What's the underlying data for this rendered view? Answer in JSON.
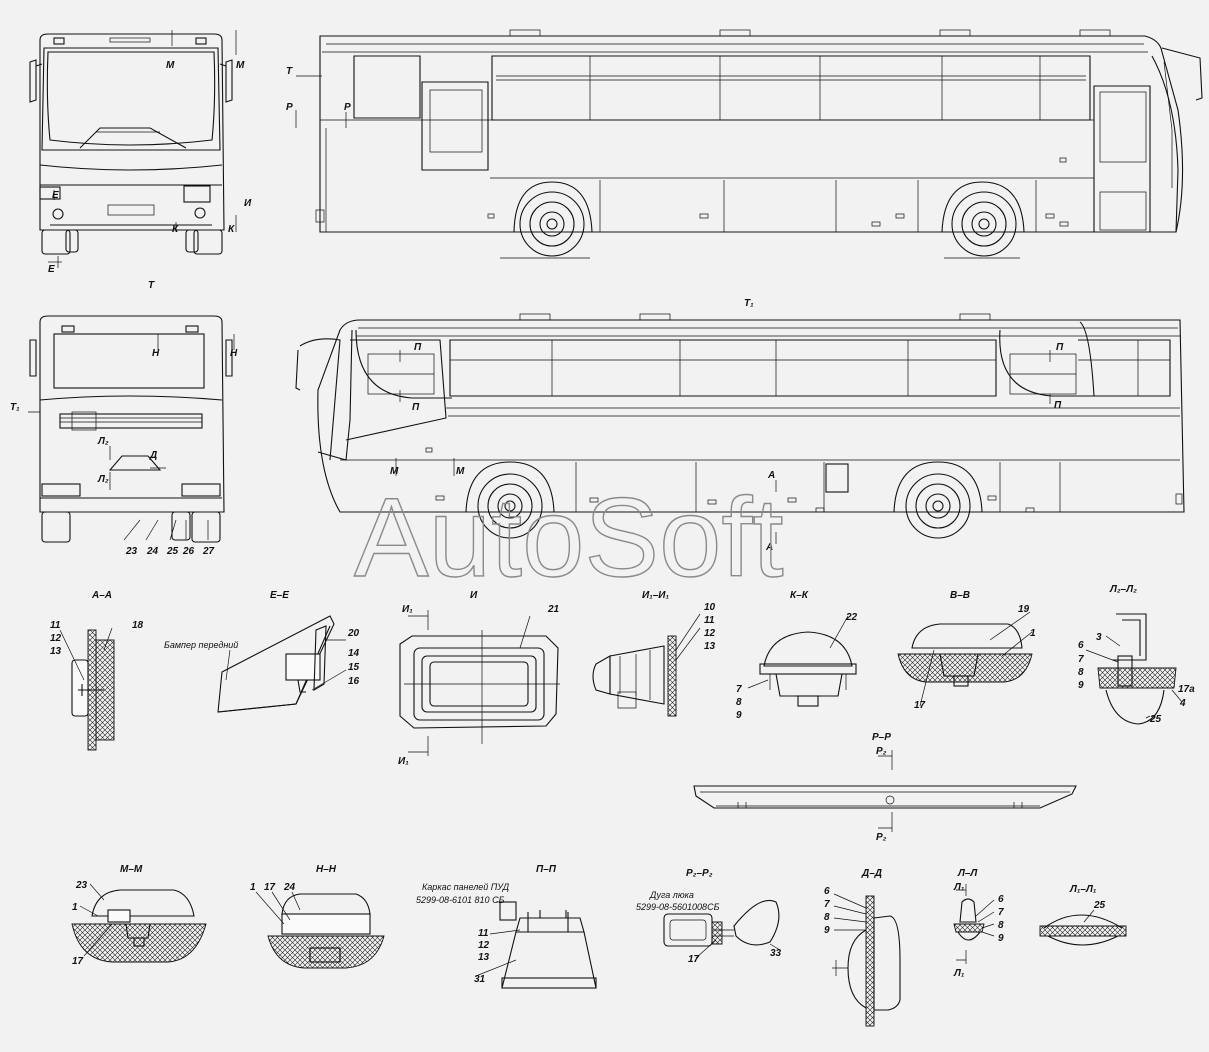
{
  "views": {
    "T": "T",
    "T1": "T₁"
  },
  "markers": {
    "M": "М",
    "E": "Е",
    "I": "И",
    "K": "К",
    "P": "Р",
    "H": "Н",
    "T": "Т",
    "T1": "Т₁",
    "L2": "Л₂",
    "D": "Д",
    "A": "А",
    "Pi": "П"
  },
  "sections": {
    "aa": "А–А",
    "ee": "Е–Е",
    "ii": "И",
    "i1i1": "И₁–И₁",
    "kk": "К–К",
    "vv": "В–В",
    "l2l2": "Л₂–Л₂",
    "rr": "Р–Р",
    "mm": "М–М",
    "nn": "Н–Н",
    "pp": "П–П",
    "r2r2": "Р₂–Р₂",
    "dd": "Д–Д",
    "ll": "Л–Л",
    "l1l1": "Л₁–Л₁"
  },
  "cut_marks": {
    "i1": "И₁",
    "r2": "Р₂",
    "l1": "Л₁"
  },
  "annotations": {
    "bumper": "Бампер передний",
    "frame_line1": "Каркас панелей ПУД",
    "frame_line2": "5299-08-6101 810 СБ",
    "arc_line1": "Дуга люка",
    "arc_line2": "5299-08-5601008СБ"
  },
  "part_numbers": {
    "n1": "1",
    "n3": "3",
    "n4": "4",
    "n6": "6",
    "n7": "7",
    "n8": "8",
    "n9": "9",
    "n10": "10",
    "n11": "11",
    "n12": "12",
    "n13": "13",
    "n14": "14",
    "n15": "15",
    "n16": "16",
    "n17": "17",
    "n17a": "17а",
    "n18": "18",
    "n19": "19",
    "n20": "20",
    "n21": "21",
    "n22": "22",
    "n23": "23",
    "n24": "24",
    "n25": "25",
    "n26": "26",
    "n27": "27",
    "n31": "31",
    "n33": "33"
  },
  "watermark": "AutoSoft"
}
